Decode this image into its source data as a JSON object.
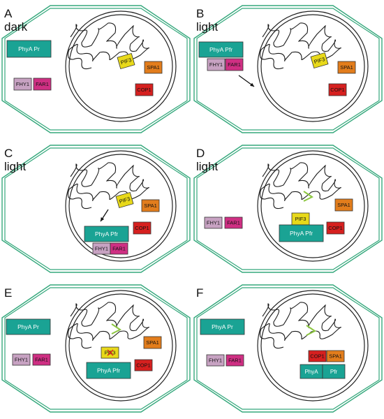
{
  "panels": [
    {
      "id": "A",
      "letter": "A",
      "condition": "dark",
      "boxes": [
        {
          "key": "phya",
          "label": "PhyA Pr",
          "kind": "phya"
        },
        {
          "key": "fhy1",
          "label": "FHY1",
          "kind": "fhy1"
        },
        {
          "key": "far1",
          "label": "FAR1",
          "kind": "far1"
        },
        {
          "key": "pif3",
          "label": "PIF3",
          "kind": "pif3"
        },
        {
          "key": "spa1",
          "label": "SPA1",
          "kind": "spa1"
        },
        {
          "key": "cop1",
          "label": "COP1",
          "kind": "cop1"
        }
      ]
    },
    {
      "id": "B",
      "letter": "B",
      "condition": "light",
      "boxes": [
        {
          "key": "phya",
          "label": "PhyA Pfr",
          "kind": "phya"
        },
        {
          "key": "fhy1",
          "label": "FHY1",
          "kind": "fhy1"
        },
        {
          "key": "far1",
          "label": "FAR1",
          "kind": "far1"
        },
        {
          "key": "pif3",
          "label": "PIF3",
          "kind": "pif3"
        },
        {
          "key": "spa1",
          "label": "SPA1",
          "kind": "spa1"
        },
        {
          "key": "cop1",
          "label": "COP1",
          "kind": "cop1"
        }
      ]
    },
    {
      "id": "C",
      "letter": "C",
      "condition": "light",
      "boxes": [
        {
          "key": "pif3",
          "label": "PIF3",
          "kind": "pif3"
        },
        {
          "key": "spa1",
          "label": "SPA1",
          "kind": "spa1"
        },
        {
          "key": "phya",
          "label": "PhyA Pfr",
          "kind": "phya"
        },
        {
          "key": "cop1",
          "label": "COP1",
          "kind": "cop1"
        },
        {
          "key": "fhy1",
          "label": "FHY1",
          "kind": "fhy1"
        },
        {
          "key": "far1",
          "label": "FAR1",
          "kind": "far1"
        }
      ]
    },
    {
      "id": "D",
      "letter": "D",
      "condition": "light",
      "boxes": [
        {
          "key": "spa1",
          "label": "SPA1",
          "kind": "spa1"
        },
        {
          "key": "pif3",
          "label": "PIF3",
          "kind": "pif3"
        },
        {
          "key": "phya",
          "label": "PhyA Pfr",
          "kind": "phya"
        },
        {
          "key": "cop1",
          "label": "COP1",
          "kind": "cop1"
        },
        {
          "key": "fhy1",
          "label": "FHY1",
          "kind": "fhy1"
        },
        {
          "key": "far1",
          "label": "FAR1",
          "kind": "far1"
        }
      ]
    },
    {
      "id": "E",
      "letter": "E",
      "condition": "",
      "boxes": [
        {
          "key": "phya_pr",
          "label": "PhyA Pr",
          "kind": "phya"
        },
        {
          "key": "fhy1",
          "label": "FHY1",
          "kind": "fhy1"
        },
        {
          "key": "far1",
          "label": "FAR1",
          "kind": "far1"
        },
        {
          "key": "pif3",
          "label": "PIF3",
          "kind": "pif3"
        },
        {
          "key": "spa1",
          "label": "SPA1",
          "kind": "spa1"
        },
        {
          "key": "phya_pfr",
          "label": "PhyA Pfr",
          "kind": "phya"
        },
        {
          "key": "cop1",
          "label": "COP1",
          "kind": "cop1"
        }
      ]
    },
    {
      "id": "F",
      "letter": "F",
      "condition": "",
      "boxes": [
        {
          "key": "phya_pr",
          "label": "PhyA Pr",
          "kind": "phya"
        },
        {
          "key": "fhy1",
          "label": "FHY1",
          "kind": "fhy1"
        },
        {
          "key": "far1",
          "label": "FAR1",
          "kind": "far1"
        },
        {
          "key": "cop1",
          "label": "COP1",
          "kind": "cop1"
        },
        {
          "key": "spa1",
          "label": "SPA1",
          "kind": "spa1"
        },
        {
          "key": "phya_a",
          "label": "PhyA",
          "kind": "phya"
        },
        {
          "key": "pfr",
          "label": "Pfr",
          "kind": "phya"
        }
      ]
    }
  ],
  "colors": {
    "cell_wall": "#35a87c",
    "nucleus": "#222222",
    "phya": "#1aa394",
    "fhy1": "#c7a2c2",
    "far1": "#cf2f83",
    "pif3": "#e8d91a",
    "spa1": "#e27d1c",
    "cop1": "#d6201f",
    "arrow": "#111111"
  }
}
